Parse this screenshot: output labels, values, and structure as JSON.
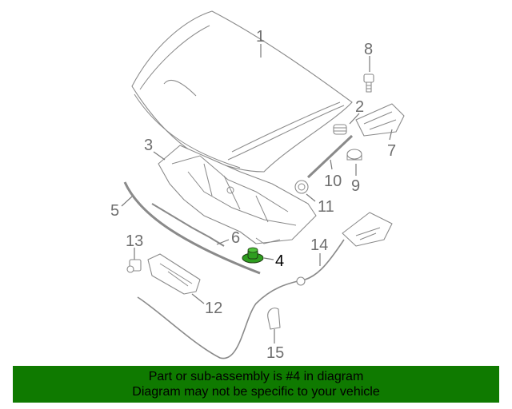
{
  "diagram": {
    "callouts": {
      "c1": "1",
      "c2": "2",
      "c3": "3",
      "c4": "4",
      "c5": "5",
      "c6": "6",
      "c7": "7",
      "c8": "8",
      "c9": "9",
      "c10": "10",
      "c11": "11",
      "c12": "12",
      "c13": "13",
      "c14": "14",
      "c15": "15"
    },
    "highlight_part": "4",
    "colors": {
      "highlight_part": "#2e9e1f",
      "line": "#8a8a8a",
      "banner_bg": "#0f7a00"
    }
  },
  "banner": {
    "line1": "Part or sub-assembly is #4 in diagram",
    "line2": "Diagram may not be specific to your vehicle"
  }
}
